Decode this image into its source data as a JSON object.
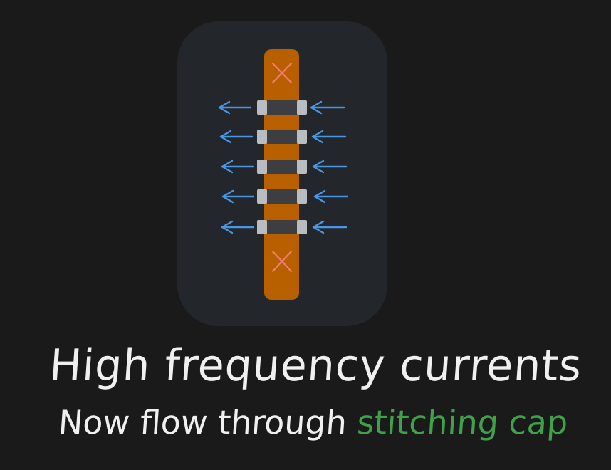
{
  "caption": {
    "line1": "High frequency currents",
    "line2_prefix": "Now flow through",
    "line2_highlight": "stitching cap"
  },
  "colors": {
    "background": "#1a1a1a",
    "panel": "#23262a",
    "trace": "#b85f00",
    "via_mark": "#f27b74",
    "arrow": "#4a96e0",
    "cap_pad": "#b9bcc0",
    "cap_body": "#3c3e41",
    "text": "#f0f0f0",
    "highlight": "#3fa24a"
  },
  "icons": {
    "via_marker": "x-mark-icon",
    "current_arrow": "left-arrow-icon"
  },
  "stitching_cap_count": 5
}
